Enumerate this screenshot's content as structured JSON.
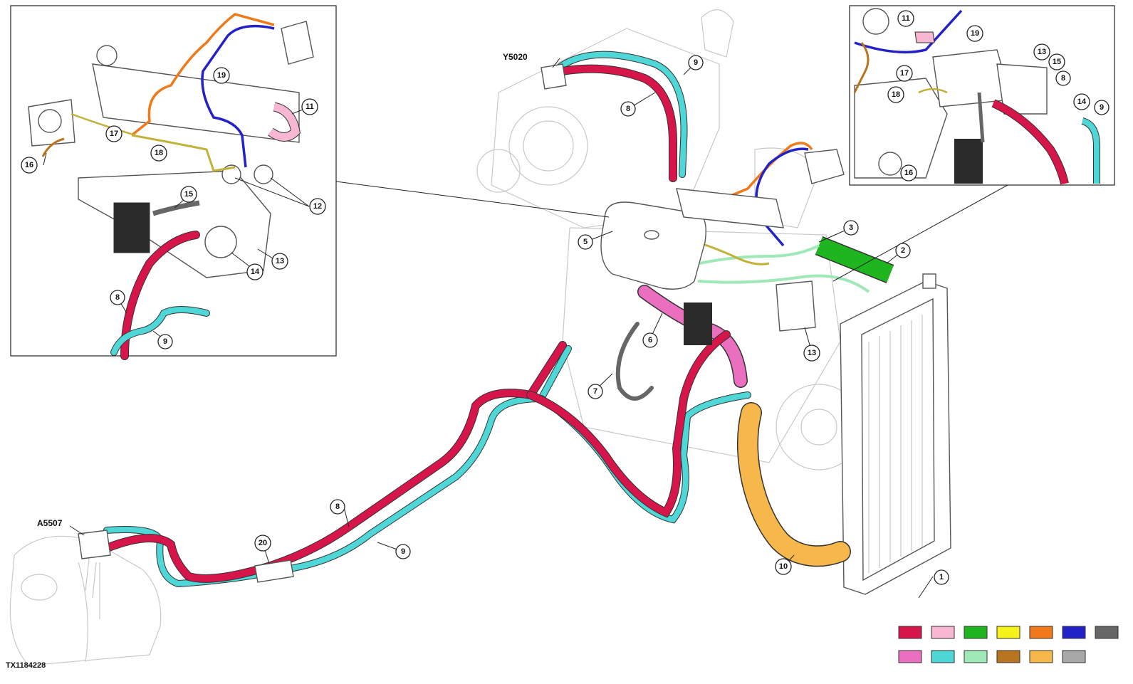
{
  "figure_id": "TX1184228",
  "component_labels": {
    "y5020": "Y5020",
    "a5507": "A5507"
  },
  "callouts": {
    "c1": "1",
    "c2": "2",
    "c3": "3",
    "c5": "5",
    "c6": "6",
    "c7": "7",
    "c8a": "8",
    "c8b": "8",
    "c9a": "9",
    "c9b": "9",
    "c10": "10",
    "c13": "13",
    "c20": "20",
    "l8": "8",
    "l9": "9",
    "l11": "11",
    "l12": "12",
    "l13": "13",
    "l14": "14",
    "l15": "15",
    "l16": "16",
    "l17": "17",
    "l18": "18",
    "l19": "19",
    "r8": "8",
    "r9": "9",
    "r11": "11",
    "r13": "13",
    "r14": "14",
    "r15": "15",
    "r16": "16",
    "r17": "17",
    "r18": "18",
    "r19": "19"
  },
  "legend_colors": {
    "row1": [
      "#d6164a",
      "#f7b6d2",
      "#1fb51f",
      "#f5f21a",
      "#f07a1a",
      "#2222c8",
      "#666666"
    ],
    "row2": [
      "#ea6fbe",
      "#4fd6d6",
      "#9fe8b8",
      "#b8741e",
      "#f6b84a",
      "#a8a8a8"
    ]
  }
}
